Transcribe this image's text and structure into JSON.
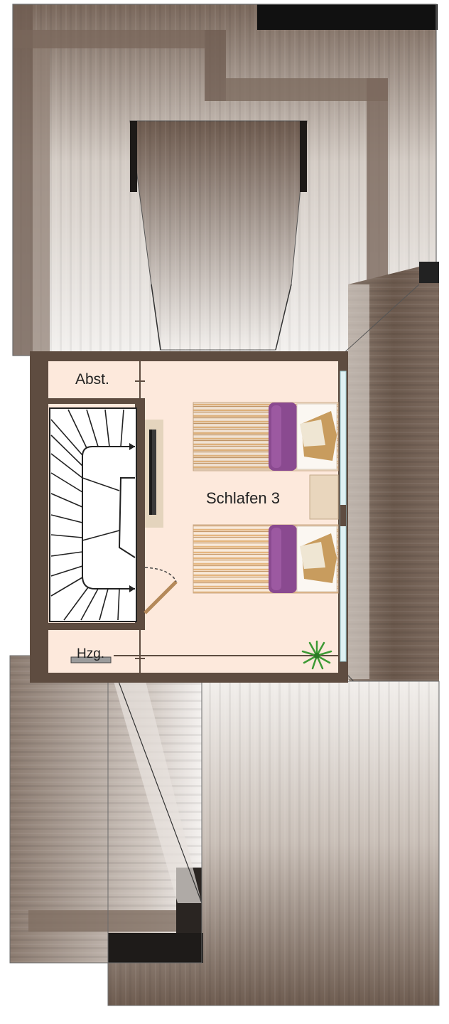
{
  "plan": {
    "rooms": {
      "storage": "Abst.",
      "bedroom": "Schlafen 3",
      "heating": "Hzg."
    },
    "icons": [
      "staircase-icon",
      "bed-icon",
      "tv-icon",
      "door-icon",
      "plant-icon",
      "window-icon"
    ],
    "colors": {
      "roof": "#7d6c60",
      "roof_light": "#e6e1dc",
      "wall": "#5e4c40",
      "floor": "#fde9dc",
      "bed_pillow": "#8a4a90",
      "plant": "#3d9a34"
    }
  }
}
